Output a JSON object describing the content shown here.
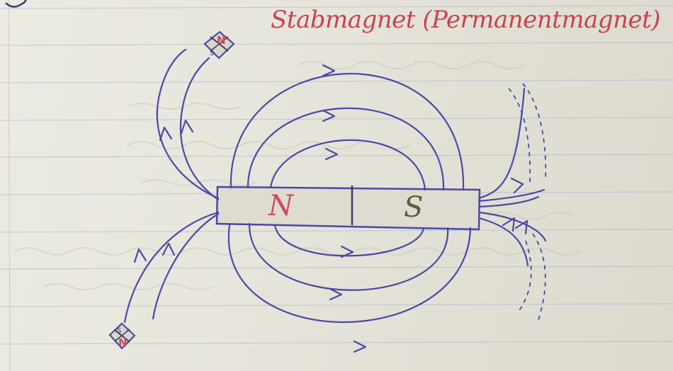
{
  "title": "Stabmagnet (Permanentmagnet)",
  "magnet": {
    "north_label": "N",
    "south_label": "S"
  },
  "compass_top": {
    "north_label": "N",
    "south_label": "S"
  },
  "compass_bottom": {
    "north_label": "N",
    "south_label": "S"
  },
  "colors": {
    "ink": "#4a48a6",
    "title": "#c9424f",
    "north": "#cf4a5a",
    "paper": "#e9e6dc",
    "lines": "#9aa6c2"
  }
}
